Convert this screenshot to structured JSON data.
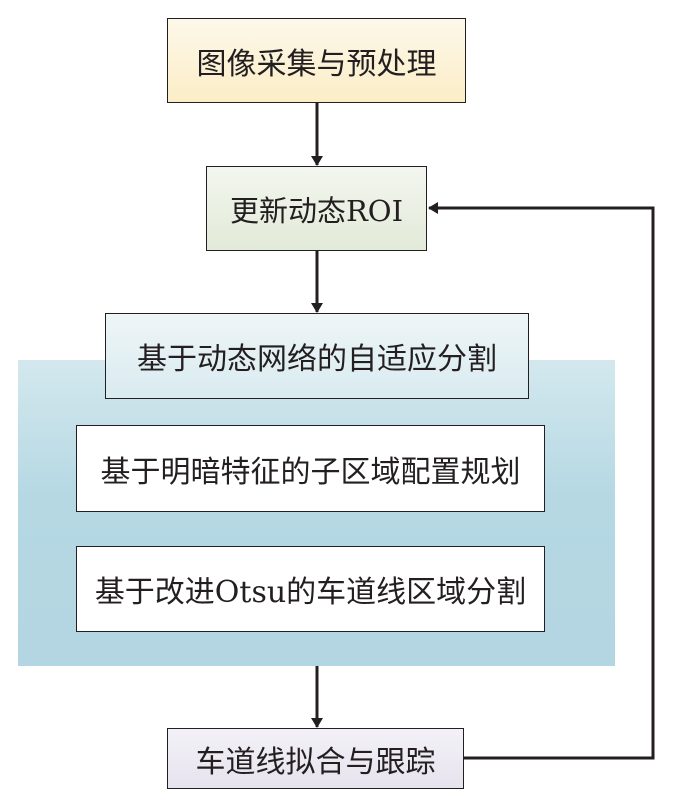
{
  "diagram": {
    "type": "flowchart",
    "nodes": {
      "acquire": "图像采集与预处理",
      "roi": "更新动态ROI",
      "segment": "基于动态网络的自适应分割",
      "subregion": "基于明暗特征的子区域配置规划",
      "otsu": "基于改进Otsu的车道线区域分割",
      "fit": "车道线拟合与跟踪"
    },
    "edges": [
      {
        "from": "acquire",
        "to": "roi"
      },
      {
        "from": "roi",
        "to": "segment"
      },
      {
        "from": "segment-group",
        "to": "fit"
      },
      {
        "from": "fit",
        "to": "roi",
        "kind": "feedback"
      }
    ],
    "group": {
      "label_node": "segment",
      "children": [
        "subregion",
        "otsu"
      ]
    },
    "colors": {
      "acquire": "#fbedc6",
      "roi": "#e2ead8",
      "segment": "#d9ebf0",
      "group_panel": "#b5d8e3",
      "fit": "#e6e3ee",
      "line": "#231f20"
    }
  }
}
